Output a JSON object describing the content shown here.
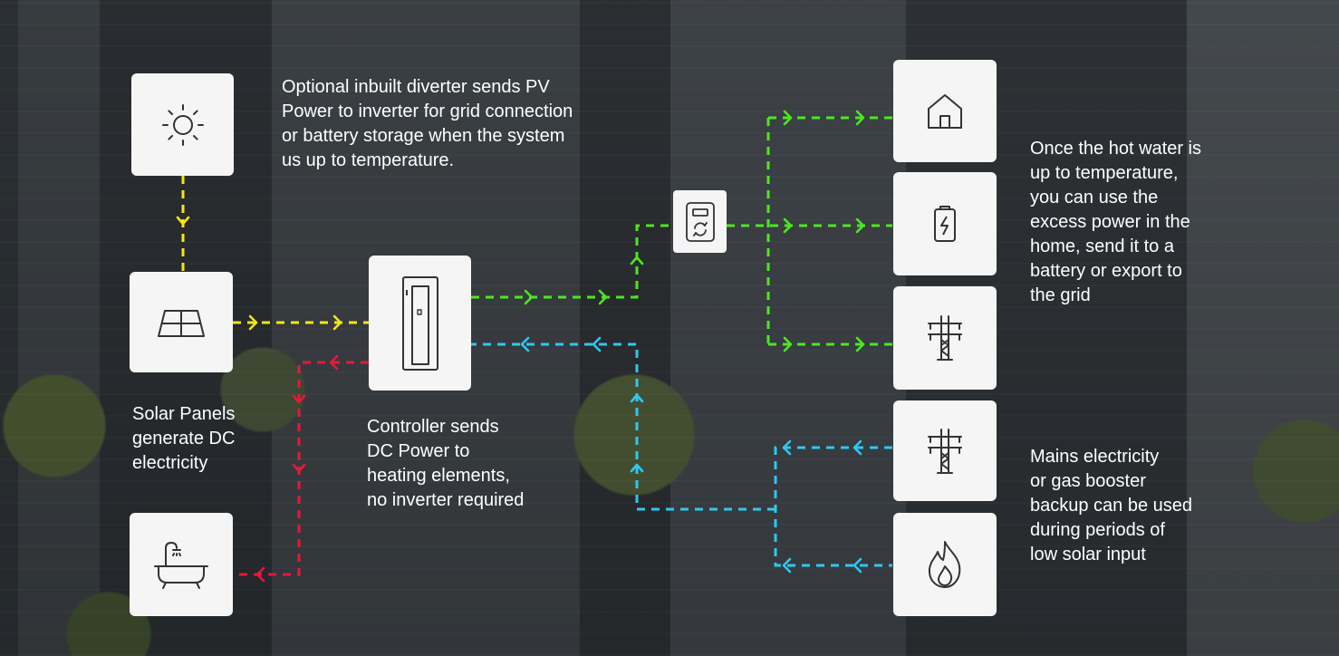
{
  "captions": {
    "diverter": [
      "Optional inbuilt diverter sends PV",
      "Power to inverter for grid connection",
      "or battery storage when the system",
      "us up to temperature."
    ],
    "solar": [
      "Solar Panels",
      "generate DC",
      "electricity"
    ],
    "controller": [
      "Controller sends",
      "DC Power to",
      "heating elements,",
      "no inverter required"
    ],
    "excess": [
      "Once the hot water is",
      "up to temperature,",
      "you can use the",
      "excess power in the",
      "home, send it to a",
      "battery or export to",
      "the grid"
    ],
    "mains": [
      "Mains electricity",
      "or gas booster",
      "backup can be used",
      "during periods of",
      "low solar input"
    ]
  },
  "icons": {
    "sun": "sun-icon",
    "solar_panel": "solar-panel-icon",
    "bath": "bathtub-icon",
    "heater": "water-heater-icon",
    "diverter": "diverter-icon",
    "home": "home-icon",
    "battery": "battery-icon",
    "grid_export": "power-pylon-icon",
    "grid_import": "power-pylon-icon",
    "gas": "flame-icon"
  },
  "colors": {
    "solar_dc": "#f5e614",
    "pv_export": "#4be81e",
    "backup": "#2ec8f0",
    "hot_water": "#e8173a"
  }
}
